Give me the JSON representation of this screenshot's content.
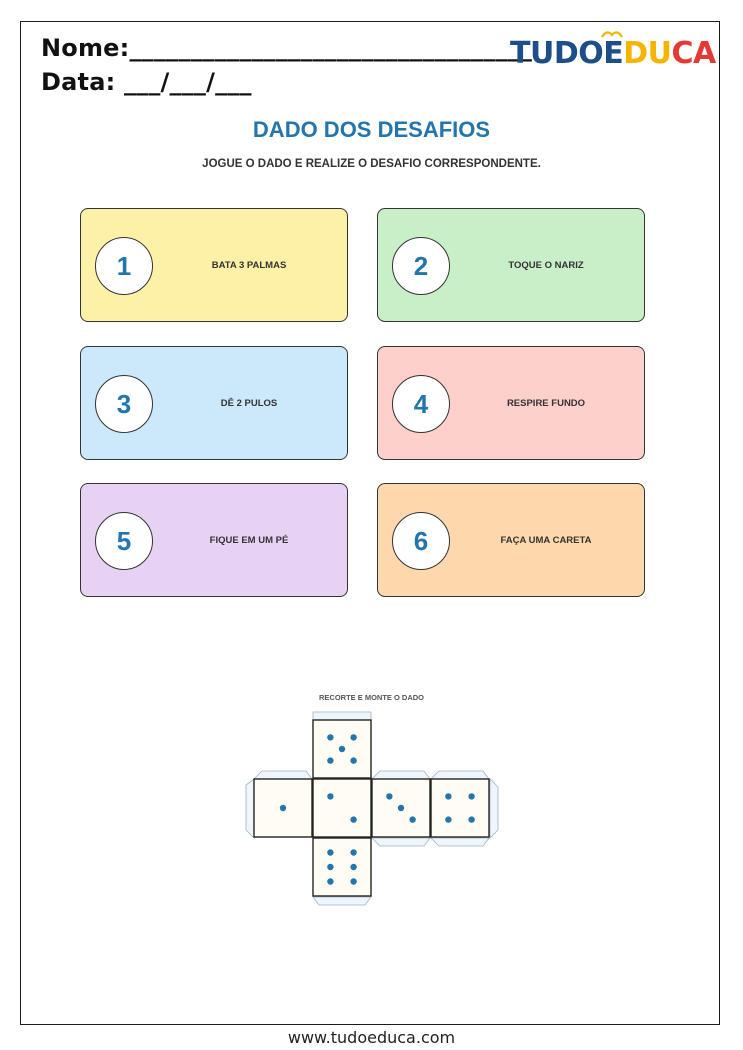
{
  "header": {
    "name_label": "Nome:_________________________________",
    "date_label": "Data: ___/___/___"
  },
  "logo": {
    "part1": "TUDO",
    "part2": "E",
    "part3": "DU",
    "part4": "CA"
  },
  "title": "DADO DOS DESAFIOS",
  "subtitle": "JOGUE O DADO E REALIZE O DESAFIO CORRESPONDENTE.",
  "cards": [
    {
      "number": "1",
      "text": "BATA 3 PALMAS",
      "color": "#fdf1a8"
    },
    {
      "number": "2",
      "text": "TOQUE O NARIZ",
      "color": "#c8efc8"
    },
    {
      "number": "3",
      "text": "DÊ 2 PULOS",
      "color": "#cbe9fb"
    },
    {
      "number": "4",
      "text": "RESPIRE FUNDO",
      "color": "#fdd0cb"
    },
    {
      "number": "5",
      "text": "FIQUE EM UM PÉ",
      "color": "#e7d2f4"
    },
    {
      "number": "6",
      "text": "FAÇA UMA CARETA",
      "color": "#fdd8ac"
    }
  ],
  "die_net": {
    "label": "RECORTE E MONTE O DADO",
    "pip_color": "#2275ad",
    "faces": [
      {
        "name": "top",
        "pips": 5
      },
      {
        "name": "left",
        "pips": 1
      },
      {
        "name": "center",
        "pips": 2
      },
      {
        "name": "right-1",
        "pips": 3
      },
      {
        "name": "right-2",
        "pips": 4
      },
      {
        "name": "bottom",
        "pips": 6
      }
    ]
  },
  "footer": "www.tudoeduca.com"
}
